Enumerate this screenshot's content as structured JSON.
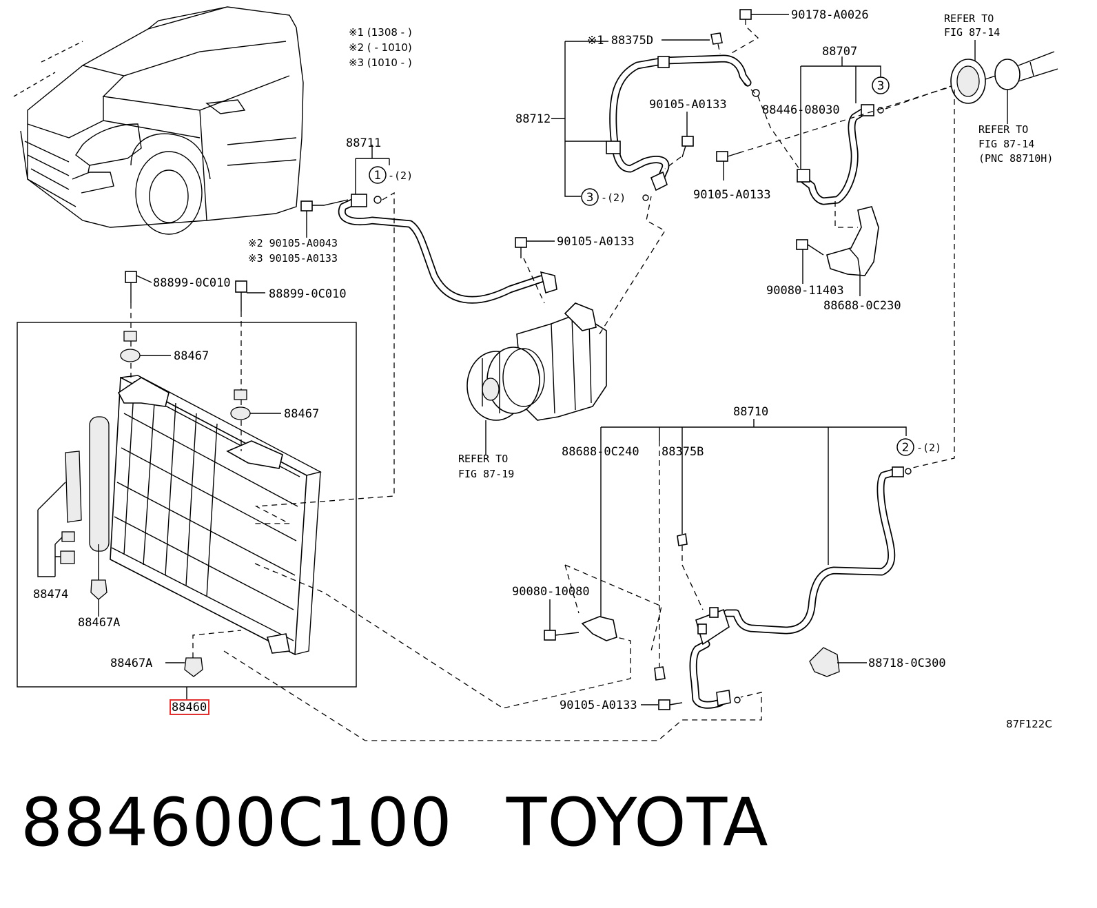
{
  "labels": {
    "p88711": "88711",
    "p88712": "88712",
    "p88375d": "※1 88375D",
    "p88707": "88707",
    "p88710": "88710",
    "p88467_a": "88467",
    "p88467_b": "88467",
    "p88474": "88474",
    "p88467A_a": "88467A",
    "p88467A_b": "88467A",
    "p88460": "88460",
    "p88899_a": "88899-0C010",
    "p88899_b": "88899-0C010",
    "p90105_a0043": "※2 90105-A0043",
    "p90105_a0133_x3": "※3 90105-A0133",
    "p90105_a0133_comp": "90105-A0133",
    "p90105_a0133_top": "90105-A0133",
    "p90105_a0133_right": "90105-A0133",
    "p90105_a0133_bottom": "90105-A0133",
    "p90178": "90178-A0026",
    "p88446": "88446-08030",
    "p90080_11403": "90080-11403",
    "p88688_0c230": "88688-0C230",
    "p88688_0c240": "88688-0C240",
    "p88375b": "88375B",
    "p90080_10080": "90080-10080",
    "p88718": "88718-0C300",
    "refer_87_14_a_1": "REFER TO",
    "refer_87_14_a_2": "FIG 87-14",
    "refer_87_14_b_1": "REFER TO",
    "refer_87_14_b_2": "FIG 87-14",
    "refer_87_14_b_3": "(PNC 88710H)",
    "refer_87_19_1": "REFER TO",
    "refer_87_19_2": "FIG 87-19",
    "note1": "※1 (1308 -     )",
    "note2": "※2 (     - 1010)",
    "note3": "※3 (1010 -     )",
    "circle1": "1",
    "circle2": "2",
    "circle3": "3",
    "qty2": "-(2)",
    "fig_code": "87F122C"
  },
  "caption": {
    "part_number": "884600C100",
    "brand": "TOYOTA"
  },
  "colors": {
    "highlight": "#e03030"
  }
}
